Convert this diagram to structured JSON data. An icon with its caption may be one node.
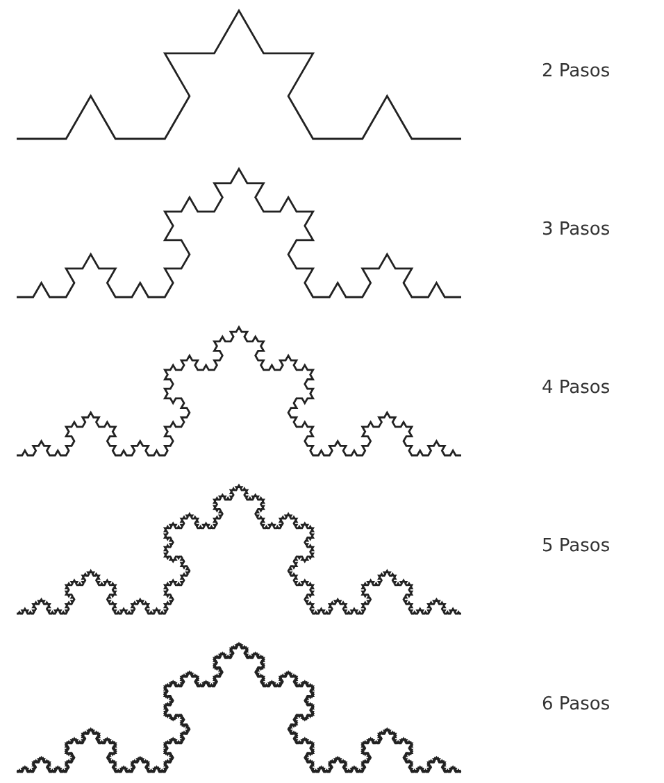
{
  "diagram": {
    "labels": [
      "2 Pasos",
      "3 Pasos",
      "4 Pasos",
      "5 Pasos",
      "6 Pasos"
    ]
  }
}
